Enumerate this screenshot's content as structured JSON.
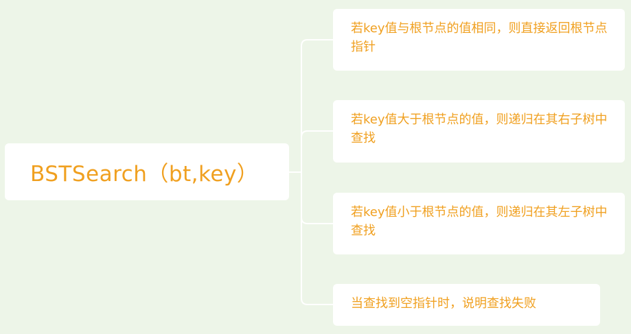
{
  "mindmap": {
    "root": {
      "label": "BSTSearch（bt,key）"
    },
    "branches": [
      {
        "label": "若key值与根节点的值相同，则直接返回根节点指针"
      },
      {
        "label": "若key值大于根节点的值，则递归在其右子树中查找"
      },
      {
        "label": "若key值小于根节点的值，则递归在其左子树中查找"
      },
      {
        "label": "当查找到空指针时，说明查找失败"
      }
    ]
  },
  "colors": {
    "background": "#edf5e8",
    "node_fill": "#ffffff",
    "text": "#f0a020",
    "connector": "#ffffff"
  }
}
